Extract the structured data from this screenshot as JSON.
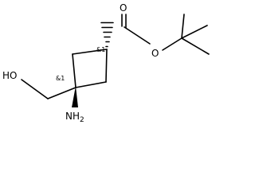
{
  "molecule": {
    "labels": {
      "carbonyl_oxygen": "O",
      "ester_oxygen": "O",
      "hydroxyl": "HO",
      "amine_symbol": "NH",
      "amine_subscript": "2"
    },
    "stereo_labels": {
      "upper": "&1",
      "lower": "&1"
    },
    "colors": {
      "line": "#000000",
      "background": "#ffffff"
    }
  }
}
